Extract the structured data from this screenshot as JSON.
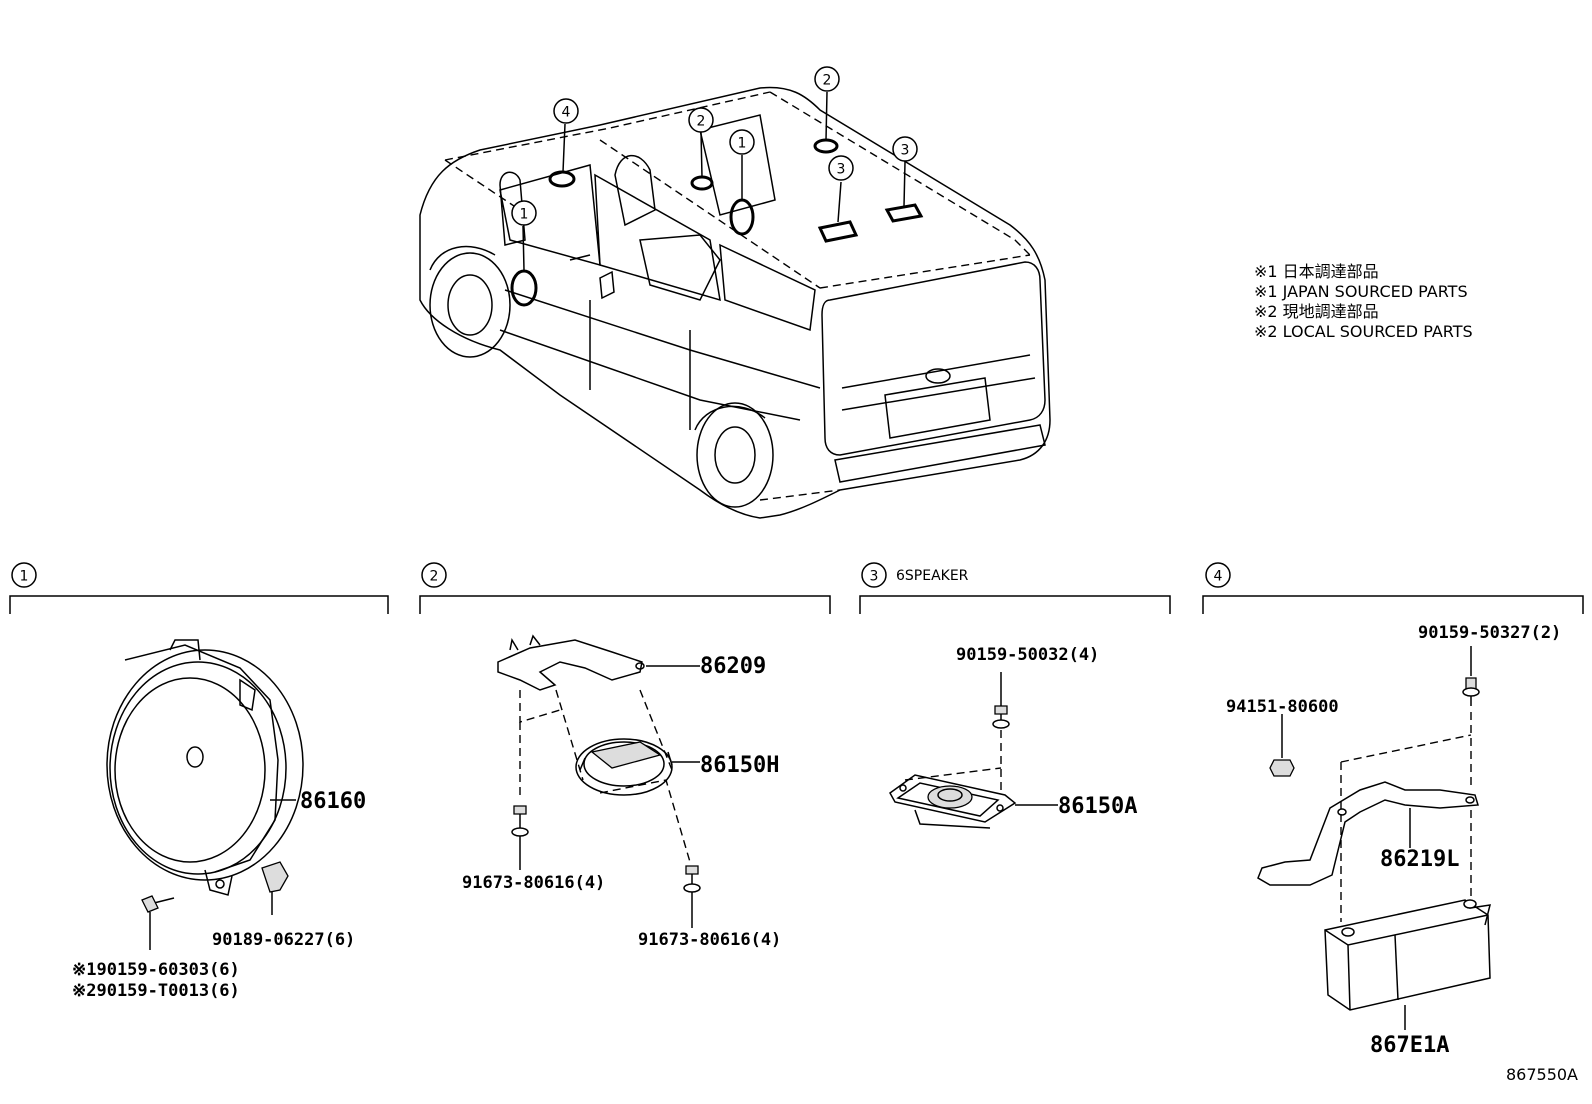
{
  "legend": [
    "※1 日本調達部品",
    "※1 JAPAN SOURCED PARTS",
    "※2 現地調達部品",
    "※2 LOCAL SOURCED PARTS"
  ],
  "sections": {
    "s1": {
      "num": "1",
      "title": ""
    },
    "s2": {
      "num": "2",
      "title": ""
    },
    "s3": {
      "num": "3",
      "title": "6SPEAKER"
    },
    "s4": {
      "num": "4",
      "title": ""
    }
  },
  "callouts": {
    "c4": "4",
    "c1a": "1",
    "c2a": "2",
    "c1b": "1",
    "c2b": "2",
    "c3a": "3",
    "c3b": "3"
  },
  "parts": {
    "p86160": "86160",
    "p90189": "90189-06227(6)",
    "p90159_60303": "※190159-60303(6)",
    "p90159_T0013": "※290159-T0013(6)",
    "p86209": "86209",
    "p86150H": "86150H",
    "p91673_a": "91673-80616(4)",
    "p91673_b": "91673-80616(4)",
    "p90159_50032": "90159-50032(4)",
    "p86150A": "86150A",
    "p90159_50327": "90159-50327(2)",
    "p94151": "94151-80600",
    "p86219L": "86219L",
    "p867E1A": "867E1A"
  },
  "figure_id": "867550A"
}
